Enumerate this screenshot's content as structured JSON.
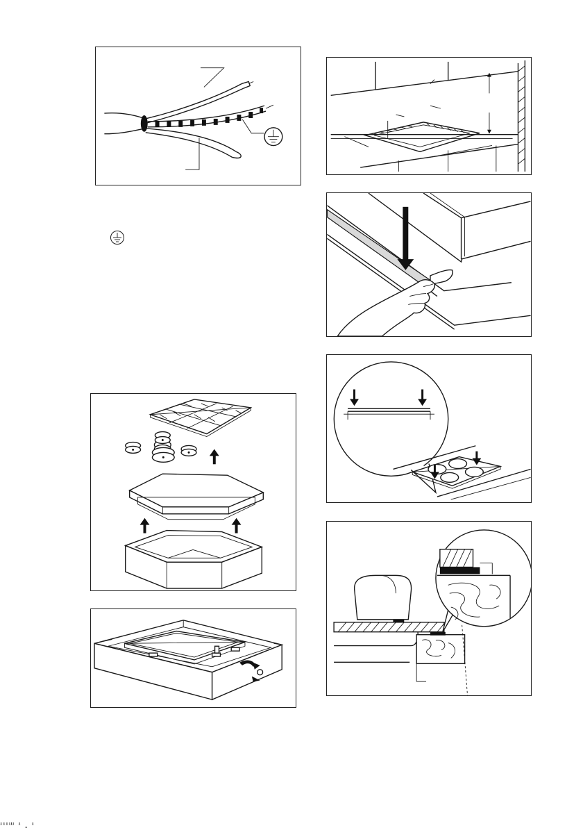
{
  "page": {
    "figures": [
      {
        "id": "cable-wiring",
        "description_symbol": "earth-ground"
      },
      {
        "id": "worktop-cutout-dimensions"
      },
      {
        "id": "seal-strip-application"
      },
      {
        "id": "hob-placement"
      },
      {
        "id": "packaging-removal"
      },
      {
        "id": "worktop-section-detail"
      },
      {
        "id": "packaging-base"
      }
    ],
    "earth_symbol": "⏚",
    "bottom_cut_text": "ᴵᴵᴵᵐ ᴵ . ᴵ"
  }
}
